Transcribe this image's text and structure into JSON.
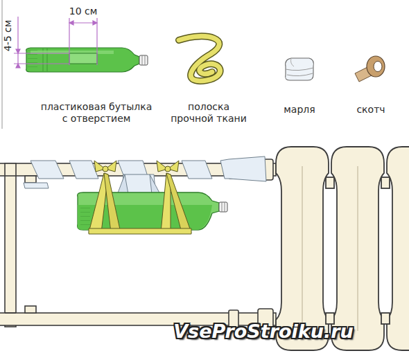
{
  "diagram": {
    "labels": [
      "10 см",
      "4-5 см",
      "пластиковая бутылка с отверстием",
      "полоска прочной ткани",
      "марля",
      "скотч",
      "VseProStroiku.ru"
    ]
  }
}
